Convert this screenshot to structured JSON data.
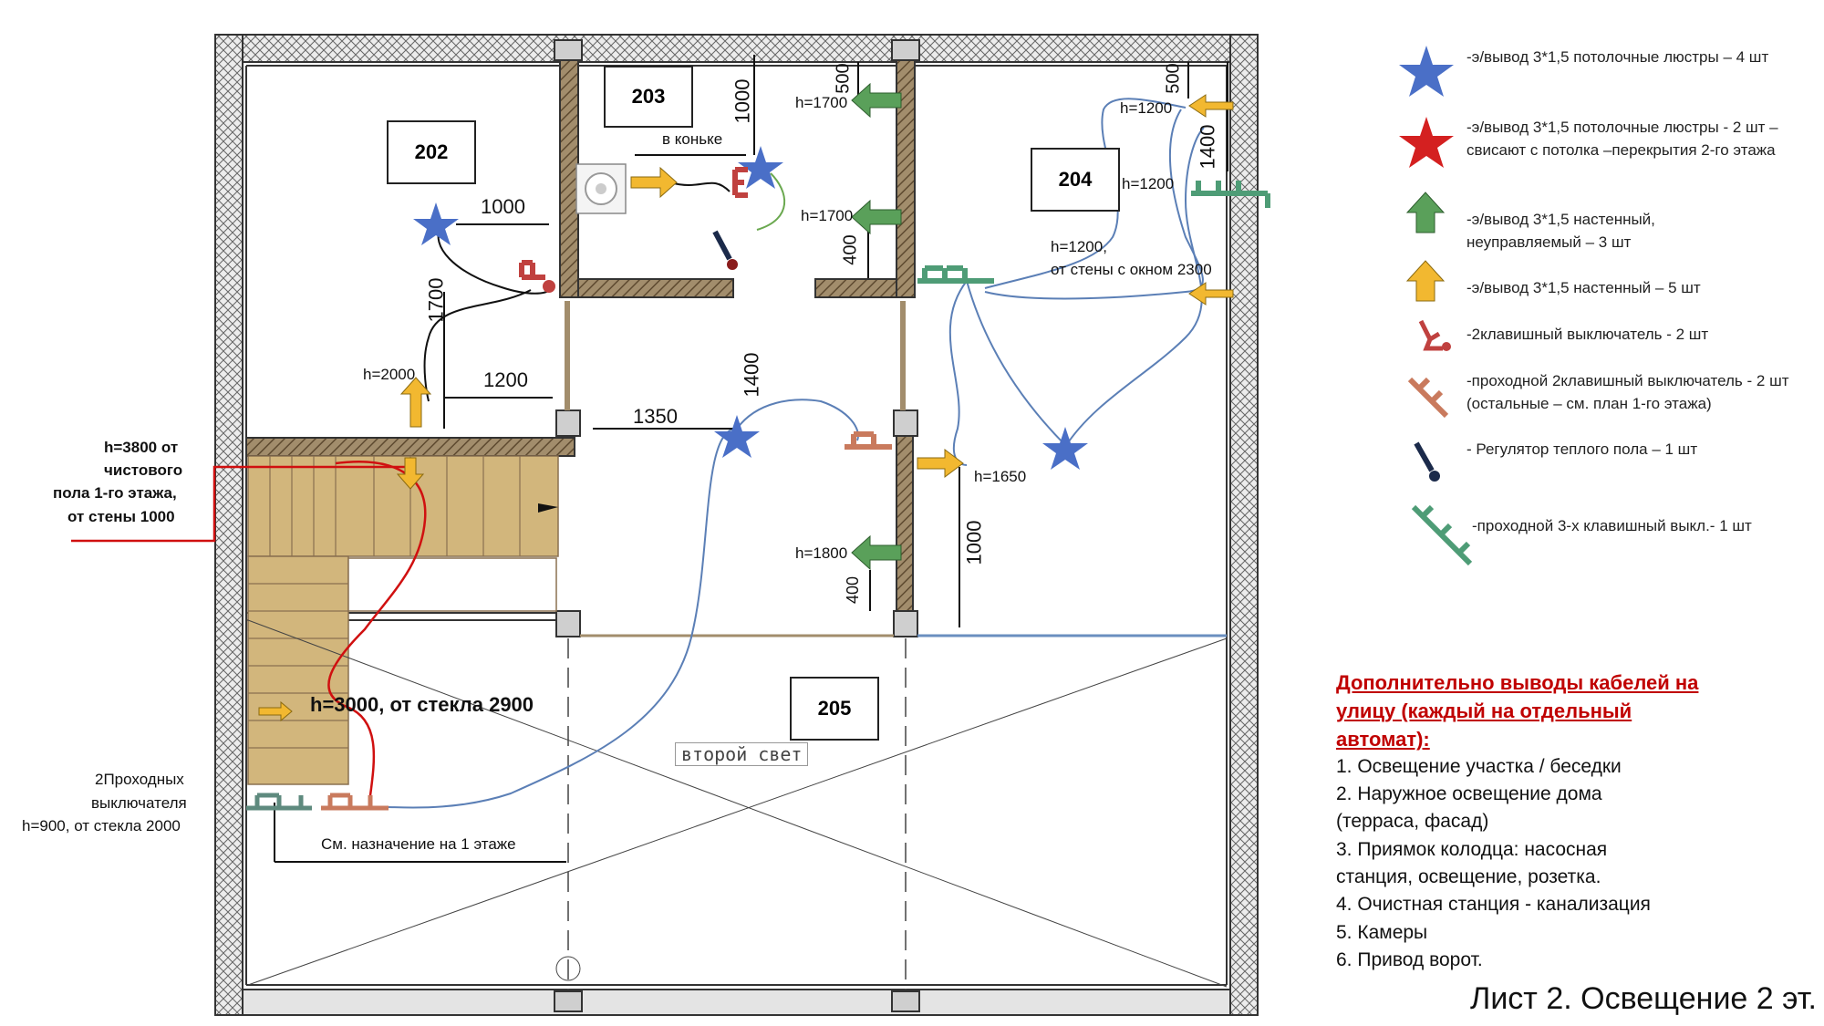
{
  "rooms": {
    "r202": "202",
    "r203": "203",
    "r204": "204",
    "r205": "205"
  },
  "dims": {
    "d1000_top": "1000",
    "d500_a": "500",
    "d500_b": "500",
    "d1400_a": "1400",
    "d1000_h": "1000",
    "d1700": "1700",
    "d1200": "1200",
    "d1350": "1350",
    "d1400_v": "1400",
    "d400_a": "400",
    "d400_b": "400",
    "d1000_v": "1000"
  },
  "heights": {
    "h1700_a": "h=1700",
    "h1700_b": "h=1700",
    "h1200_a": "h=1200",
    "h1200_b": "h=1200",
    "h2000": "h=2000",
    "h1650": "h=1650",
    "h1800": "h=1800",
    "h1200_c": "h=1200,",
    "h1200_c2": "от стены с окном 2300"
  },
  "notes": {
    "v_konke": "в коньке",
    "h3800": [
      "h=3800 от",
      "чистового",
      "пола 1-го этажа,",
      "от стены 1000"
    ],
    "h3000": "h=3000, от стекла 2900",
    "pass_sw": [
      "2Проходных",
      "выключателя",
      "h=900, от стекла 2000"
    ],
    "see_floor": "См. назначение на 1 этаже",
    "second_light": "второй свет"
  },
  "legend": [
    {
      "icon": "blue-star-icon",
      "text": "-э/вывод 3*1,5 потолочные люстры – 4 шт"
    },
    {
      "icon": "red-star-icon",
      "text": "-э/вывод 3*1,5 потолочные люстры - 2 шт – свисают с потолка –перекрытия 2-го этажа"
    },
    {
      "icon": "green-arrow-icon",
      "text": "-э/вывод 3*1,5  настенный, неуправляемый – 3  шт"
    },
    {
      "icon": "yellow-arrow-icon",
      "text": "-э/вывод 3*1,5  настенный – 5  шт"
    },
    {
      "icon": "double-switch-icon",
      "text": "-2клавишный выключатель - 2 шт"
    },
    {
      "icon": "pass-double-switch-icon",
      "text": "-проходной 2клавишный выключатель - 2 шт (остальные – см. план 1-го этажа)"
    },
    {
      "icon": "floor-heating-regulator-icon",
      "text": "- Регулятор теплого пола – 1 шт"
    },
    {
      "icon": "pass-triple-switch-icon",
      "text": "-проходной  3-х клавишный выкл.- 1 шт"
    }
  ],
  "outdoor": {
    "heading": [
      "Дополнительно выводы кабелей на",
      "улицу (каждый на отдельный",
      "автомат):"
    ],
    "items": [
      "1. Освещение участка / беседки",
      "2. Наружное освещение дома",
      "(терраса, фасад)",
      "3. Приямок колодца: насосная",
      "станция, освещение, розетка.",
      "4. Очистная станция - канализация",
      "5. Камеры",
      "6. Привод ворот."
    ]
  },
  "sheet_title": "Лист 2. Освещение 2 эт.",
  "colors": {
    "blue_star": "#4a6fc7",
    "red_star": "#d42020",
    "green": "#5aa05a",
    "yellow": "#f2b830",
    "wire": "#5b7fb6",
    "red_line": "#d01010",
    "switch_red": "#c0413f",
    "switch_green": "#4e9c76",
    "switch_orange": "#c97a5d",
    "wall": "#8a7050",
    "stair": "#d2b67c"
  }
}
